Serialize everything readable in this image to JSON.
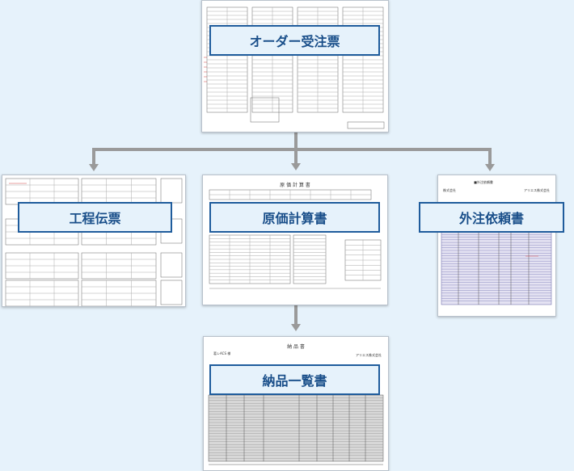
{
  "diagram": {
    "root": {
      "label": "オーダー受注票"
    },
    "children": [
      {
        "label": "工程伝票"
      },
      {
        "label": "原価計算書"
      },
      {
        "label": "外注依頼書"
      }
    ],
    "grandchild": {
      "label": "納品一覧書"
    }
  },
  "documents": {
    "order_sheet": {
      "lines": 42
    },
    "genka_sheet": {
      "title": "原 価 計 算 書"
    },
    "gaichu_sheet": {
      "title": "■外注依頼書",
      "client": "株式会社",
      "company": "アリエス株式会社"
    },
    "nohin_sheet": {
      "title": "納 品 書",
      "client": "葛レACS 様",
      "company": "アリエス株式会社"
    }
  },
  "colors": {
    "background": "#e6f2fb",
    "label_border": "#1f5c9c",
    "label_text": "#1a4f8a",
    "connector": "#9a9a9a"
  }
}
